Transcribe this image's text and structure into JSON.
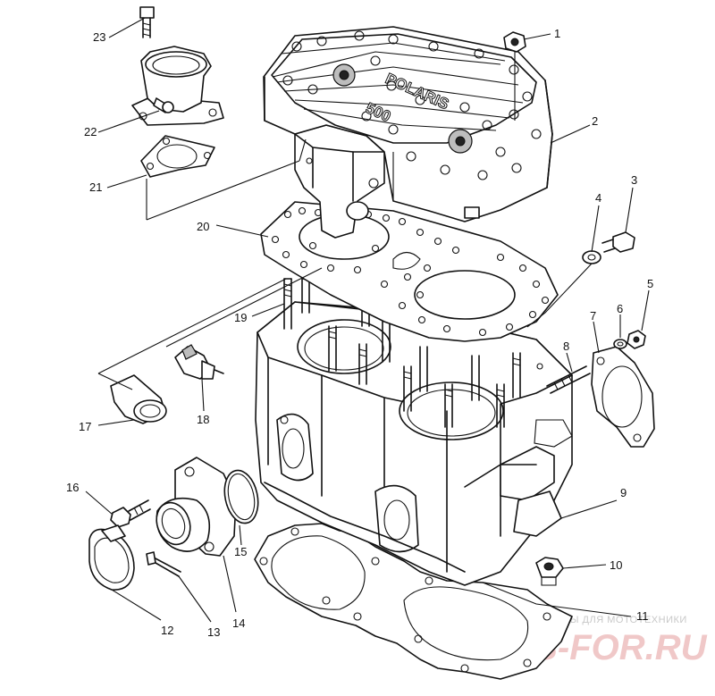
{
  "part_labels": [
    {
      "id": "1",
      "text": "1"
    },
    {
      "id": "2",
      "text": "2"
    },
    {
      "id": "3",
      "text": "3"
    },
    {
      "id": "4",
      "text": "4"
    },
    {
      "id": "5",
      "text": "5"
    },
    {
      "id": "6",
      "text": "6"
    },
    {
      "id": "7",
      "text": "7"
    },
    {
      "id": "8",
      "text": "8"
    },
    {
      "id": "9",
      "text": "9"
    },
    {
      "id": "10",
      "text": "10"
    },
    {
      "id": "11",
      "text": "11"
    },
    {
      "id": "12",
      "text": "12"
    },
    {
      "id": "13",
      "text": "13"
    },
    {
      "id": "14",
      "text": "14"
    },
    {
      "id": "15",
      "text": "15"
    },
    {
      "id": "16",
      "text": "16"
    },
    {
      "id": "17",
      "text": "17"
    },
    {
      "id": "18",
      "text": "18"
    },
    {
      "id": "19",
      "text": "19"
    },
    {
      "id": "20",
      "text": "20"
    },
    {
      "id": "21",
      "text": "21"
    },
    {
      "id": "22",
      "text": "22"
    },
    {
      "id": "23",
      "text": "23"
    }
  ],
  "cover_brand": {
    "name": "POLARIS",
    "model": "500"
  },
  "watermark": {
    "tagline": "ЗАПЧАСТИ И АКСЕССУАРЫ ДЛЯ МОТОТЕХНИКИ",
    "site": "PARTS-FOR.RU"
  }
}
